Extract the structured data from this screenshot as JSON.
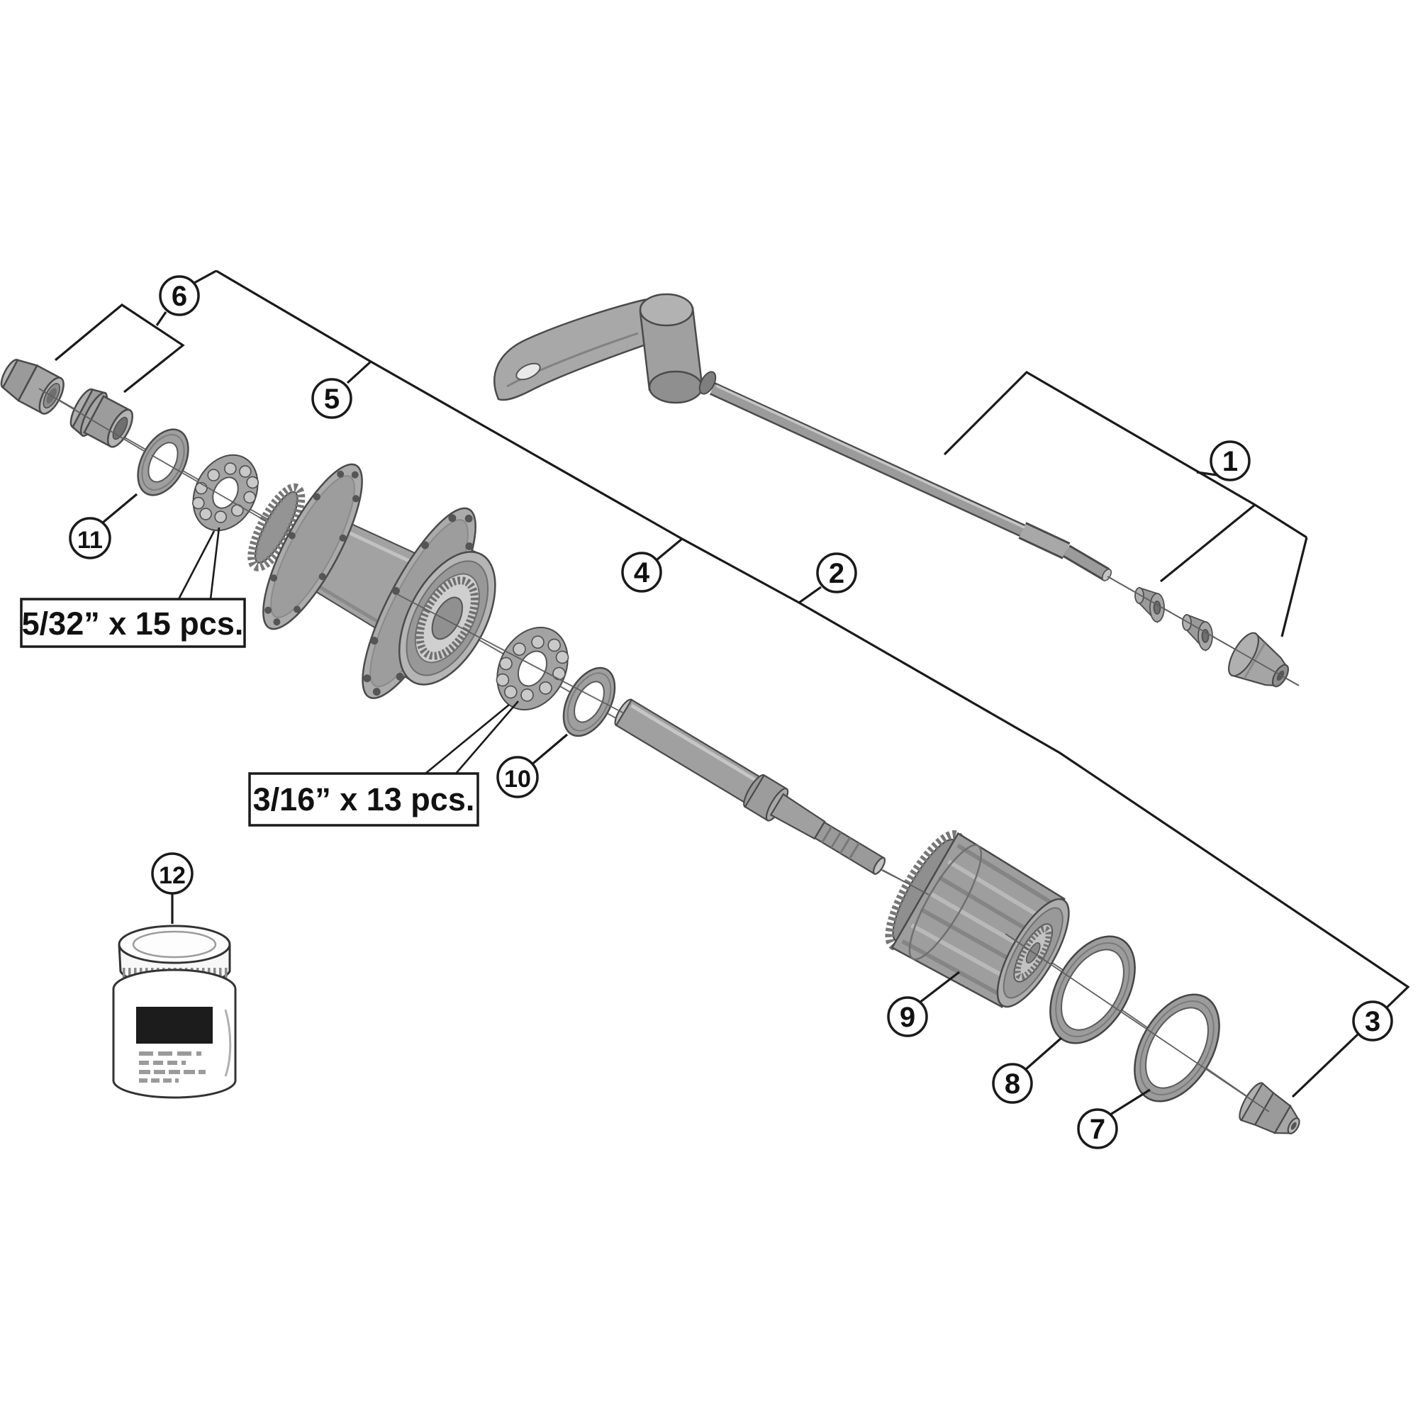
{
  "diagram": {
    "type": "exploded-parts-diagram",
    "subject": "bicycle rear hub assembly",
    "background": "#ffffff",
    "leader_color": "#1a1a1a",
    "part_fill": "#a6a6a6",
    "part_stroke": "#4a4a4a",
    "callouts": {
      "n1": "1",
      "n2": "2",
      "n3": "3",
      "n4": "4",
      "n5": "5",
      "n6": "6",
      "n7": "7",
      "n8": "8",
      "n9": "9",
      "n10": "10",
      "n11": "11",
      "n12": "12"
    },
    "labels": {
      "bearing_left": "5/32” x 15 pcs.",
      "bearing_right": "3/16” x 13 pcs."
    }
  }
}
